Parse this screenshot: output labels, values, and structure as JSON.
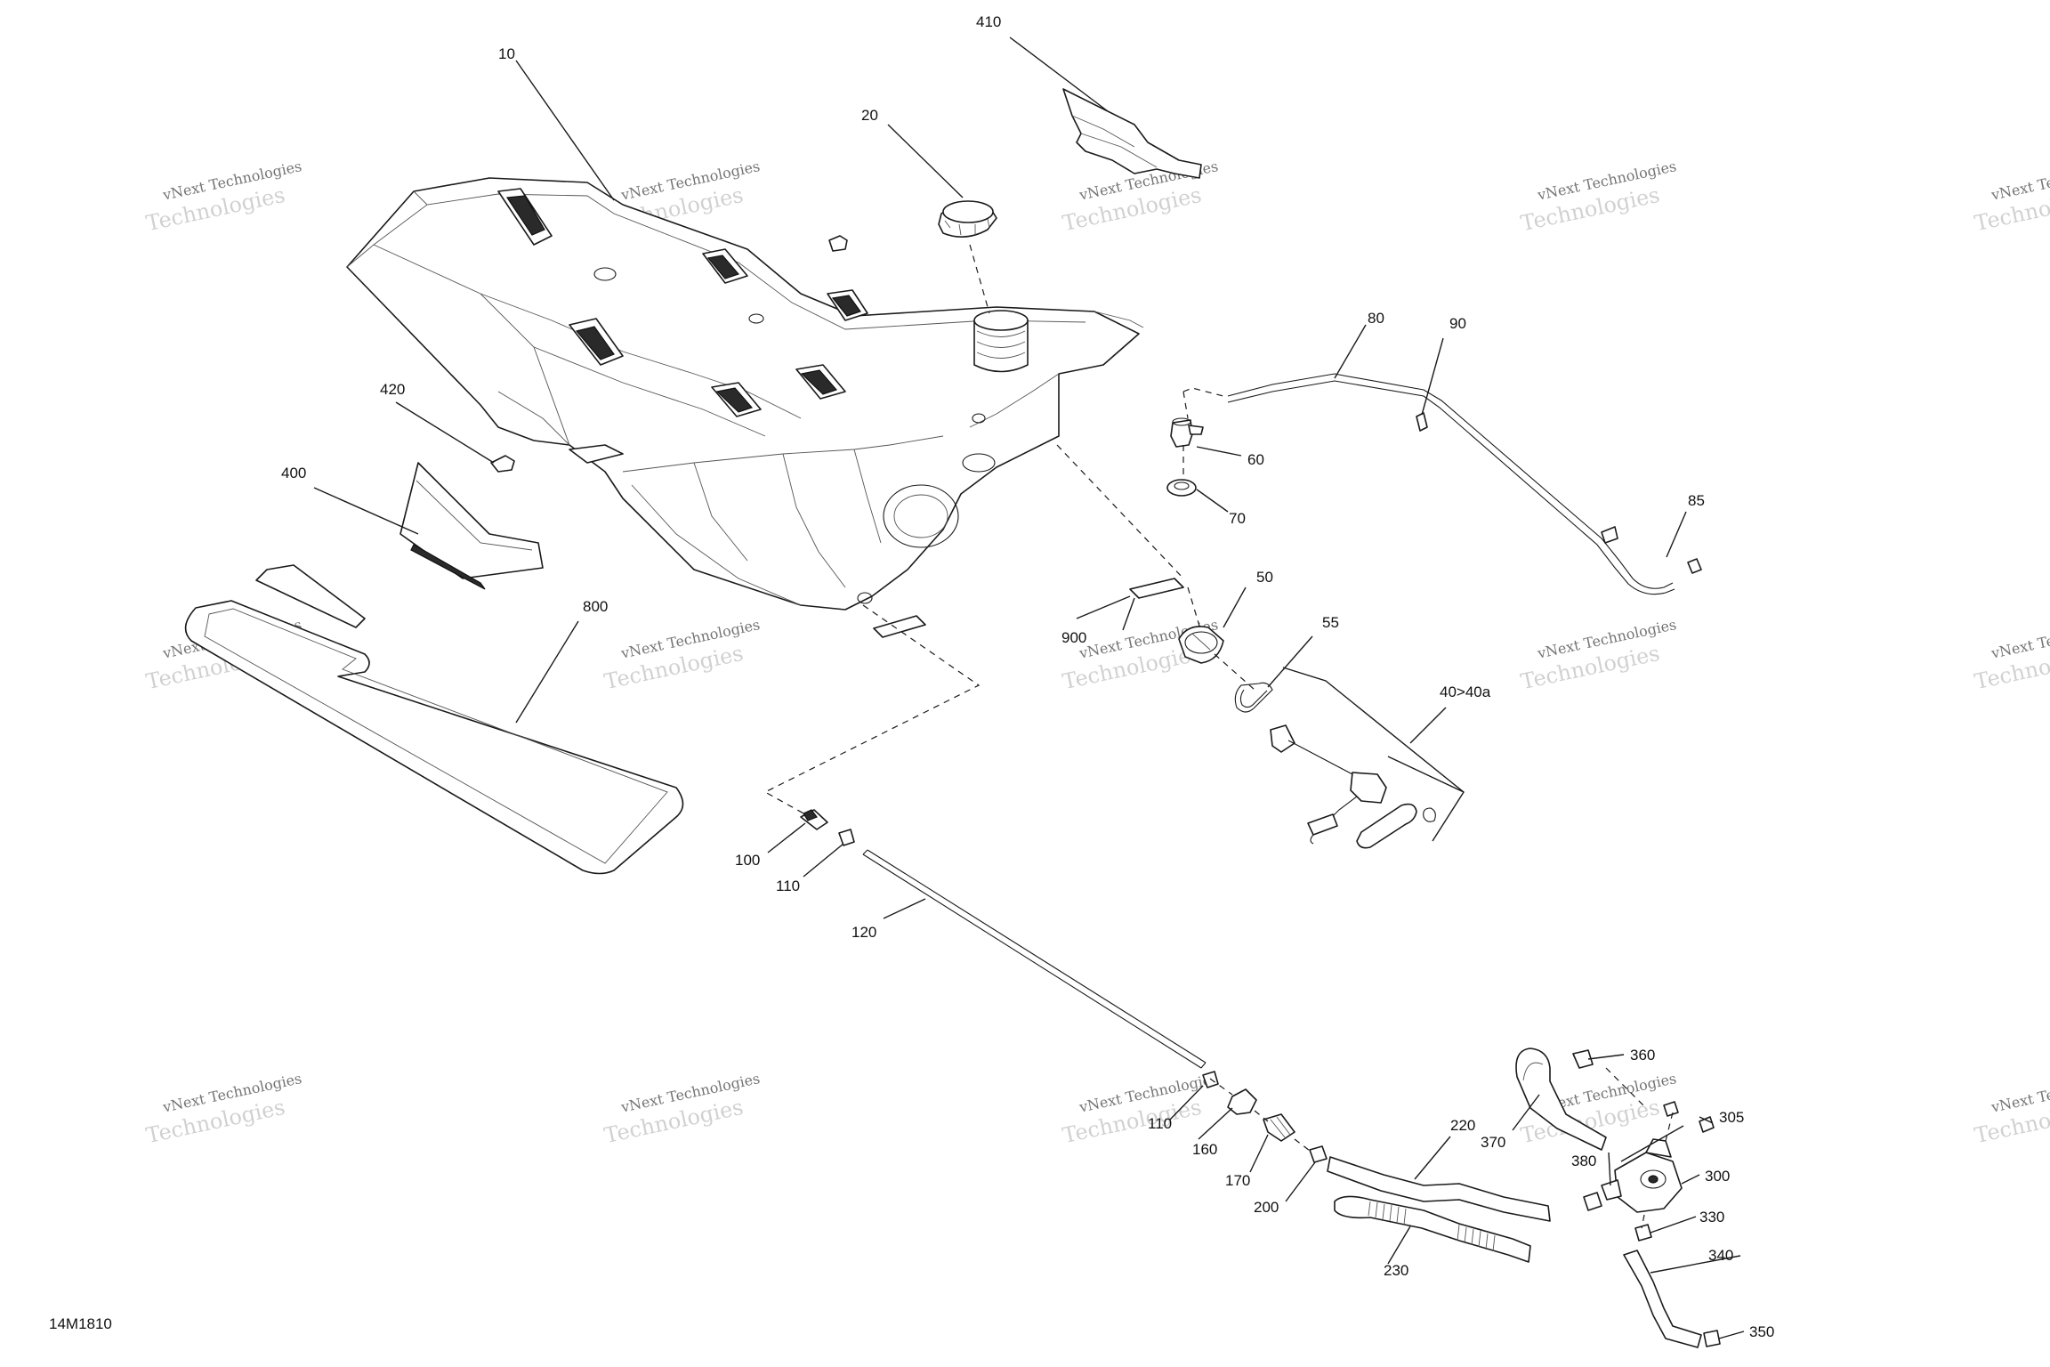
{
  "drawing_ref": "14M1810",
  "watermark": {
    "line1": "vNext Technologies",
    "line2": "Technologies",
    "line3": "vNext"
  },
  "callouts": {
    "c10": "10",
    "c20": "20",
    "c40": "40>40a",
    "c50": "50",
    "c55": "55",
    "c60": "60",
    "c70": "70",
    "c80": "80",
    "c85": "85",
    "c90": "90",
    "c100": "100",
    "c110a": "110",
    "c110b": "110",
    "c120": "120",
    "c160": "160",
    "c170": "170",
    "c200": "200",
    "c220": "220",
    "c230": "230",
    "c300": "300",
    "c305": "305",
    "c330": "330",
    "c340": "340",
    "c350": "350",
    "c360": "360",
    "c370": "370",
    "c380": "380",
    "c400": "400",
    "c410": "410",
    "c420": "420",
    "c800": "800",
    "c900": "900"
  }
}
